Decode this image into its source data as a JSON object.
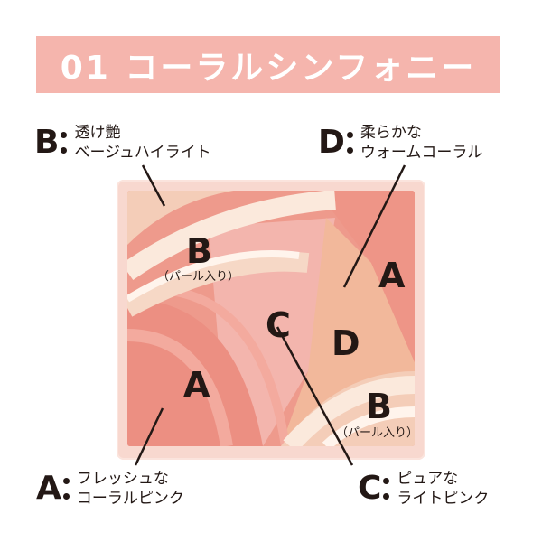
{
  "banner": {
    "title": "01 コーラルシンフォニー",
    "color": "#f5b5ad"
  },
  "callouts": {
    "B": {
      "letter": "B",
      "line1": "透け艶",
      "line2": "ベージュハイライト"
    },
    "D": {
      "letter": "D",
      "line1": "柔らかな",
      "line2": "ウォームコーラル"
    },
    "A": {
      "letter": "A",
      "line1": "フレッシュな",
      "line2": "コーラルピンク"
    },
    "C": {
      "letter": "C",
      "line1": "ピュアな",
      "line2": "ライトピンク"
    }
  },
  "palette": {
    "regions": [
      {
        "letter": "B",
        "note": "（パール入り）"
      },
      {
        "letter": "A"
      },
      {
        "letter": "C"
      },
      {
        "letter": "D"
      },
      {
        "letter": "A"
      },
      {
        "letter": "B",
        "note": "（パール入り）"
      }
    ]
  }
}
